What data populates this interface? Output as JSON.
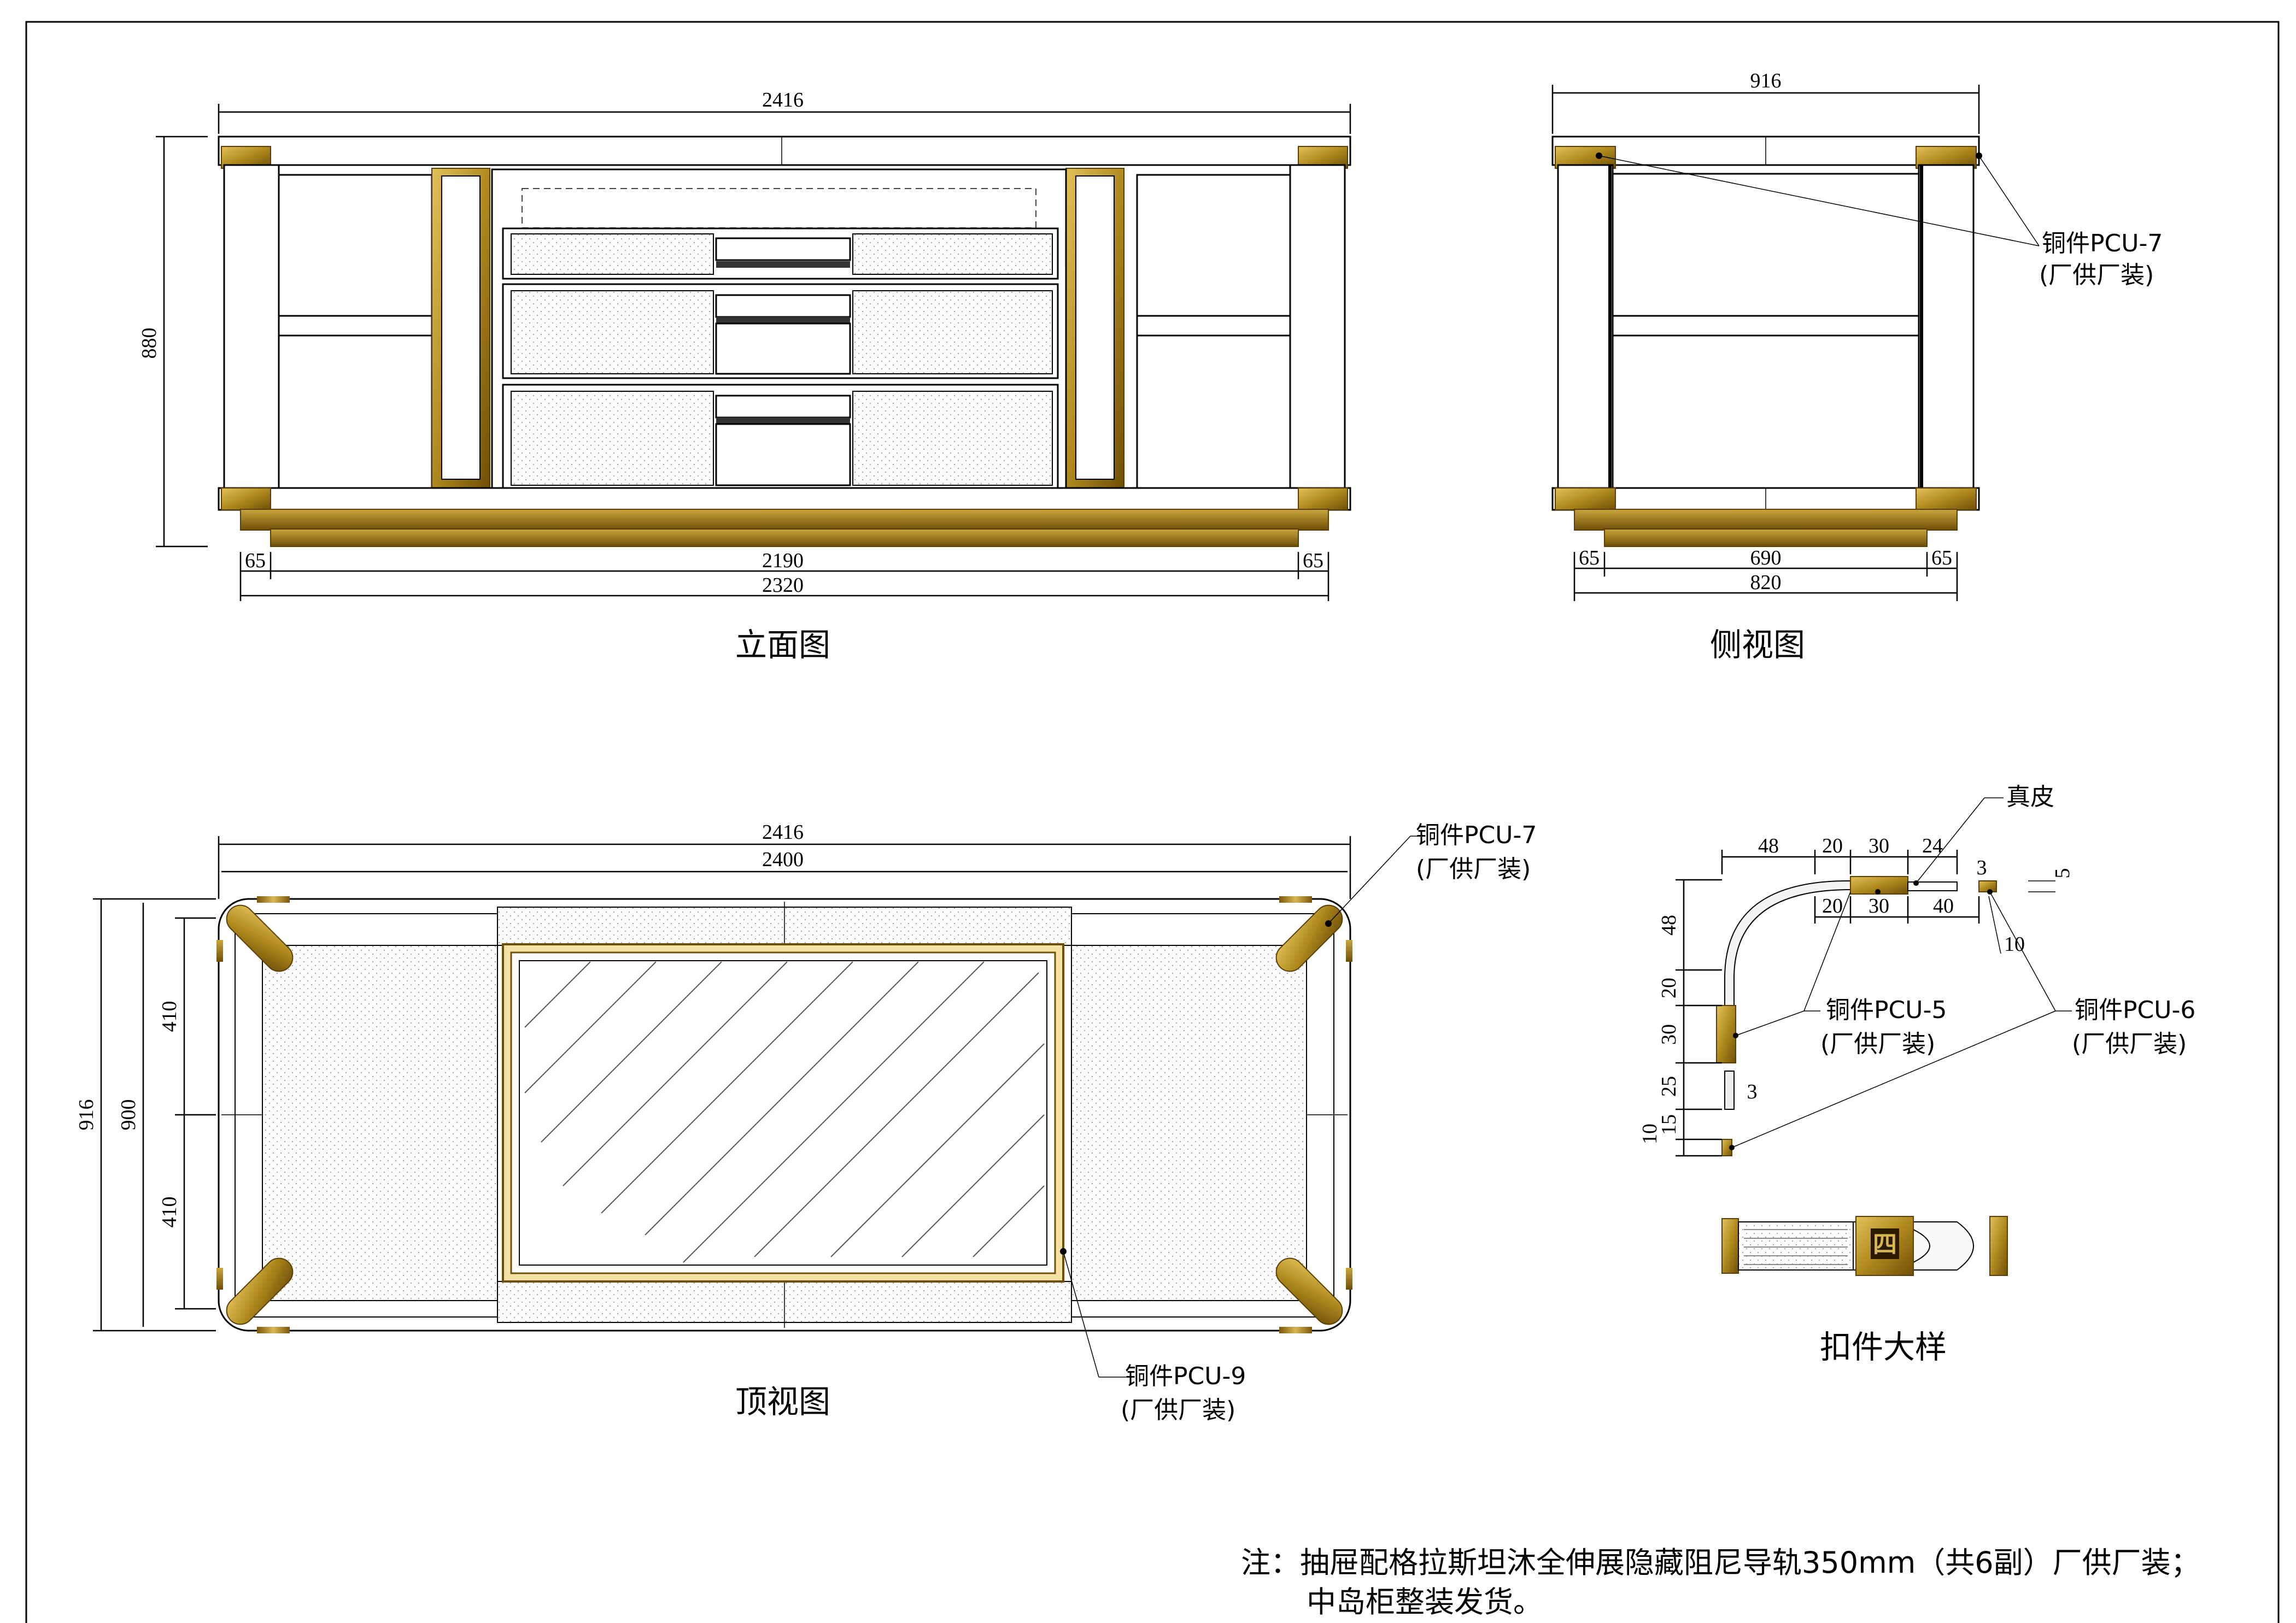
{
  "views": {
    "elevation": {
      "title": "立面图",
      "dims": {
        "overall_width": "2416",
        "height": "880",
        "side_left": "65",
        "inner_width": "2190",
        "side_right": "65",
        "base_width": "2320"
      }
    },
    "side": {
      "title": "侧视图",
      "dims": {
        "overall_width": "916",
        "side_left": "65",
        "inner_width": "690",
        "side_right": "65",
        "base_width": "820"
      },
      "callout": {
        "part": "铜件PCU-7",
        "supply": "(厂供厂装)"
      }
    },
    "top": {
      "title": "顶视图",
      "dims": {
        "overall_width": "2416",
        "width": "2400",
        "overall_depth": "916",
        "depth": "900",
        "half_top": "410",
        "half_bottom": "410"
      },
      "callout_corner": {
        "part": "铜件PCU-7",
        "supply": "(厂供厂装)"
      },
      "callout_glass": {
        "part": "铜件PCU-9",
        "supply": "(厂供厂装)"
      }
    },
    "detail": {
      "title": "扣件大样",
      "leather_label": "真皮",
      "dims_top": [
        "48",
        "20",
        "30",
        "24"
      ],
      "dims_mid": [
        "20",
        "30",
        "40"
      ],
      "dim_3a": "3",
      "dim_5": "5",
      "dim_10a": "10",
      "dims_left": [
        "48",
        "20",
        "30",
        "25",
        "15",
        "10"
      ],
      "dim_3b": "3",
      "callout_pcu5": {
        "part": "铜件PCU-5",
        "supply": "(厂供厂装)"
      },
      "callout_pcu6": {
        "part": "铜件PCU-6",
        "supply": "(厂供厂装)"
      },
      "plate_glyph": "四"
    }
  },
  "note": {
    "line1": "注：抽屉配格拉斯坦沐全伸展隐藏阻尼导轨350mm（共6副）厂供厂装；",
    "line2": "中岛柜整装发货。"
  },
  "colors": {
    "brass_light": "#e2c05a",
    "brass_mid": "#b08a1e",
    "brass_dark": "#6f4f08",
    "line": "#000000",
    "paper": "#ffffff"
  }
}
